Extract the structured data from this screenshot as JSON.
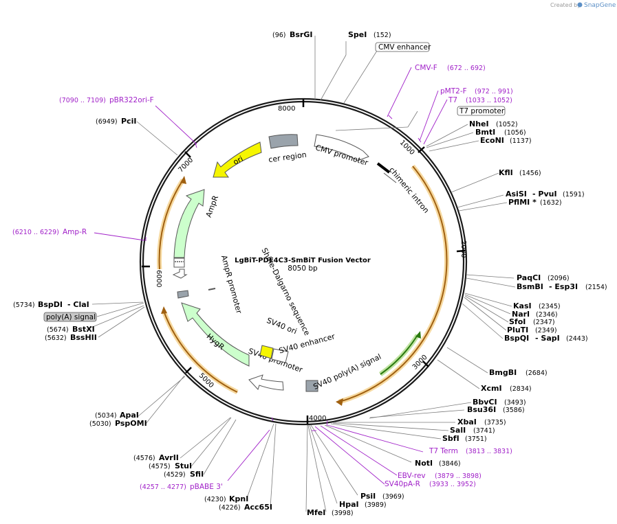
{
  "credit": {
    "created_by": "Created by",
    "brand": "SnapGene"
  },
  "plasmid": {
    "name": "LgBiT-PDE4C3-SmBiT Fusion Vector",
    "size": "8050 bp"
  },
  "ticks": [
    "1000",
    "2000",
    "3000",
    "4000",
    "5000",
    "6000",
    "7000",
    "8000"
  ],
  "features": {
    "cmv_promoter": "CMV promoter",
    "chimeric_intron": "chimeric intron",
    "cer_region": "cer region",
    "ori": "ori",
    "ampr": "AmpR",
    "ampr_promoter": "AmpR promoter",
    "shine_dalgarno": "Shine-Dalgarno sequence",
    "sv40_ori": "SV40 ori",
    "sv40_enhancer": "SV40 enhancer",
    "sv40_promoter": "SV40 promoter",
    "hygr": "HygR",
    "sv40_polya": "SV40 poly(A) signal"
  },
  "boxed_labels": {
    "cmv_enhancer": "CMV enhancer",
    "t7_promoter": "T7 promoter",
    "polya_signal": "poly(A) signal"
  },
  "sites": [
    {
      "pos": "(96)",
      "name": "BsrGI"
    },
    {
      "name": "SpeI",
      "pos": "(152)"
    },
    {
      "name": "NheI",
      "pos": "(1052)"
    },
    {
      "name": "BmtI",
      "pos": "(1056)"
    },
    {
      "name": "EcoNI",
      "pos": "(1137)"
    },
    {
      "name": "KflI",
      "pos": "(1456)"
    },
    {
      "name": "AsiSI",
      "extra": "- PvuI",
      "pos": "(1591)"
    },
    {
      "name": "PflMI *",
      "pos": "(1632)"
    },
    {
      "name": "PaqCI",
      "pos": "(2096)"
    },
    {
      "name": "BsmBI",
      "extra": "- Esp3I",
      "pos": "(2154)"
    },
    {
      "name": "KasI",
      "pos": "(2345)"
    },
    {
      "name": "NarI",
      "pos": "(2346)"
    },
    {
      "name": "SfoI",
      "pos": "(2347)"
    },
    {
      "name": "PluTI",
      "pos": "(2349)"
    },
    {
      "name": "BspQI",
      "extra": "- SapI",
      "pos": "(2443)"
    },
    {
      "name": "BmgBI",
      "pos": "(2684)"
    },
    {
      "name": "XcmI",
      "pos": "(2834)"
    },
    {
      "name": "BbvCI",
      "pos": "(3493)"
    },
    {
      "name": "Bsu36I",
      "pos": "(3586)"
    },
    {
      "name": "XbaI",
      "pos": "(3735)"
    },
    {
      "name": "SalI",
      "pos": "(3741)"
    },
    {
      "name": "SbfI",
      "pos": "(3751)"
    },
    {
      "name": "NotI",
      "pos": "(3846)"
    },
    {
      "name": "PsiI",
      "pos": "(3969)"
    },
    {
      "name": "HpaI",
      "pos": "(3989)"
    },
    {
      "name": "MfeI",
      "pos": "(3998)"
    },
    {
      "pos": "(4230)",
      "name": "KpnI"
    },
    {
      "pos": "(4226)",
      "name": "Acc65I"
    },
    {
      "pos": "(4576)",
      "name": "AvrII"
    },
    {
      "pos": "(4575)",
      "name": "StuI"
    },
    {
      "pos": "(4529)",
      "name": "SfiI"
    },
    {
      "pos": "(5034)",
      "name": "ApaI"
    },
    {
      "pos": "(5030)",
      "name": "PspOMI"
    },
    {
      "pos": "(5734)",
      "name": "BspDI",
      "extra": "- ClaI"
    },
    {
      "pos": "(5674)",
      "name": "BstXI"
    },
    {
      "pos": "(5632)",
      "name": "BssHII"
    },
    {
      "pos": "(6949)",
      "name": "PciI"
    }
  ],
  "primers": [
    {
      "name": "CMV-F",
      "range": "(672 .. 692)"
    },
    {
      "name": "pMT2-F",
      "range": "(972 .. 991)"
    },
    {
      "name": "T7",
      "range": "(1033 .. 1052)"
    },
    {
      "name": "T7 Term",
      "range": "(3813 .. 3831)"
    },
    {
      "name": "EBV-rev",
      "range": "(3879 .. 3898)"
    },
    {
      "name": "SV40pA-R",
      "range": "(3933 .. 3952)"
    },
    {
      "range": "(4257 .. 4277)",
      "name": "pBABE 3'"
    },
    {
      "range": "(6210 .. 6229)",
      "name": "Amp-R"
    },
    {
      "range": "(7090 .. 7109)",
      "name": "pBR322ori-F"
    }
  ],
  "colors": {
    "ori": "#f5f500",
    "ampr": "#ccffcc",
    "hygr": "#ccffcc",
    "orf": "#f6a623",
    "grey_feature": "#9aa3ab",
    "primer": "#a020c8",
    "backbone": "#1a1a1a"
  }
}
